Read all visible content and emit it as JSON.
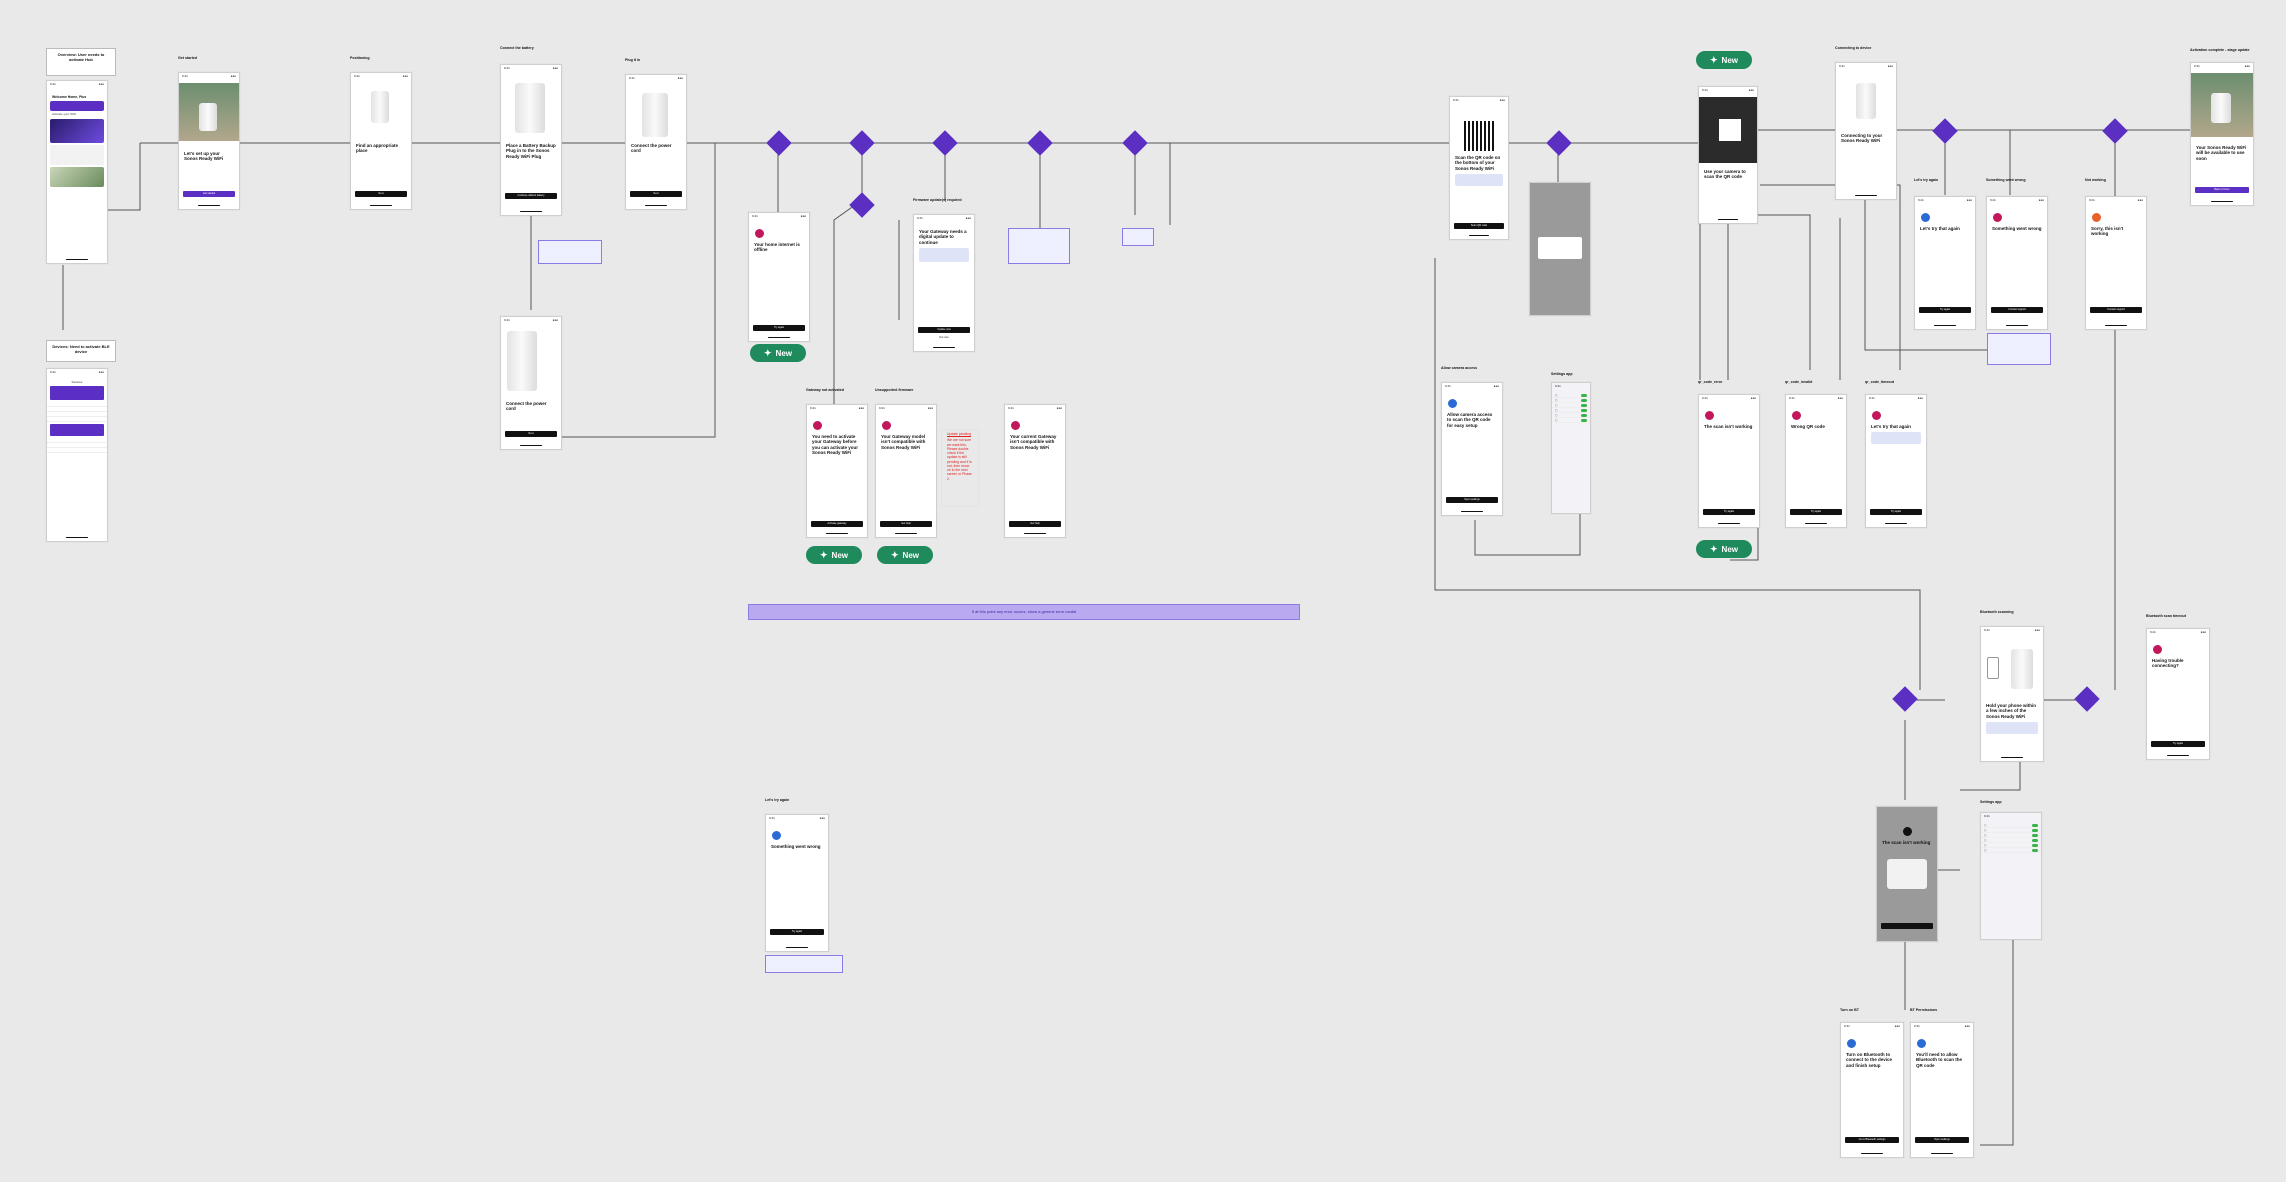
{
  "notes": {
    "overview": "Overview: User needs to activate Hub",
    "devices": "Devices: Need to activate BLE device",
    "banner": "If at this point any error occurs, show a generic error modal"
  },
  "new_badge": "New",
  "steps": {
    "get_started": {
      "label": "Get started",
      "title": "Let's set up your Sonos Ready WiFi",
      "cta": "Get started"
    },
    "positioning": {
      "label": "Positioning",
      "title": "Find an appropriate place",
      "cta": "Next"
    },
    "connect_battery": {
      "label": "Connect the battery",
      "title": "Place a Battery Backup Plug in to the Sonos Ready WiFi Plug",
      "cta": "Continue without battery"
    },
    "plug_in": {
      "label": "Plug it in",
      "title": "Connect the power cord",
      "cta": "Next"
    },
    "connect_power": {
      "title": "Connect the power cord",
      "cta": "Next"
    },
    "home_internet_offline": {
      "title": "Your home internet is offline",
      "cta": "Try again"
    },
    "gateway_not_activated": {
      "label": "Gateway not activated",
      "title": "You need to activate your Gateway before you can activate your Sonos Ready WiFi",
      "cta": "Activate gateway"
    },
    "unsupported_firmware": {
      "label": "Unsupported firmware",
      "title": "Your Gateway model isn't compatible with Sonos Ready WiFi",
      "cta": "Get help"
    },
    "firmware_update": {
      "label": "Firmware update(s) required",
      "title": "Your Gateway needs a digital update to continue",
      "cta": "Update now",
      "secondary": "Not now"
    },
    "incompatible": {
      "title": "Your current Gateway isn't compatible with Sonos Ready WiFi",
      "cta": "Get help"
    },
    "pending": {
      "label": "Update pending",
      "red_text": "We are not sure we want this. Please double check if the update is still pending and if is not, then move on to the next screen or Phase 2."
    },
    "lets_try_again": {
      "label": "Let's try again",
      "title": "Something went wrong",
      "cta": "Try again"
    },
    "scan_qr": {
      "title": "Scan the QR code on the bottom of your Sonos Ready WiFi",
      "cta": "Scan QR code"
    },
    "camera_access": {
      "label": "Allow camera access",
      "title": "Allow camera access to scan the QR code for easy setup",
      "cta": "Open settings"
    },
    "settings_app": {
      "label": "Settings app"
    },
    "use_camera": {
      "title": "Use your camera to scan the QR code"
    },
    "qr_error": {
      "label": "qr_code_error",
      "title": "The scan isn't working",
      "cta": "Try again"
    },
    "qr_invalid": {
      "label": "qr_code_invalid",
      "title": "Wrong QR code",
      "cta": "Try again"
    },
    "qr_timeout": {
      "label": "qr_code_timeout",
      "title": "Let's try that again",
      "cta": "Try again"
    },
    "connecting": {
      "label": "Connecting to device",
      "title": "Connecting to your Sonos Ready WiFi"
    },
    "lets_try_again2": {
      "label": "Let's try again",
      "title": "Let's try that again",
      "cta": "Try again"
    },
    "something_wrong": {
      "label": "Something went wrong",
      "title": "Something went wrong",
      "cta": "Contact support"
    },
    "not_working": {
      "label": "Not working",
      "title": "Sorry, this isn't working",
      "cta": "Contact support"
    },
    "activation_complete": {
      "label": "Activation complete - stage update",
      "title": "Your Sonos Ready WiFi will be available to use soon",
      "cta": "Back to home"
    },
    "bluetooth_scanning": {
      "label": "Bluetooth scanning",
      "title": "Hold your phone within a few inches of the Sonos Ready WiFi"
    },
    "bluetooth_timeout": {
      "label": "Bluetooth scan timeout",
      "title": "Having trouble connecting?",
      "cta": "Try again"
    },
    "settings_app2": {
      "label": "Settings app"
    },
    "bt_permission": {
      "title": "The scan isn't working"
    },
    "turn_on_bt": {
      "label": "Turn on BT",
      "title": "Turn on Bluetooth to connect to the device and finish setup",
      "cta": "Go to Bluetooth settings"
    },
    "bt_permissions": {
      "label": "BT Permissions",
      "title": "You'll need to allow Bluetooth to scan the QR code",
      "cta": "Open settings"
    }
  },
  "hub": {
    "label": "Welcome Home, Plus",
    "title": "Activate your WiFi"
  },
  "devices_screen": {
    "title": "Devices"
  }
}
